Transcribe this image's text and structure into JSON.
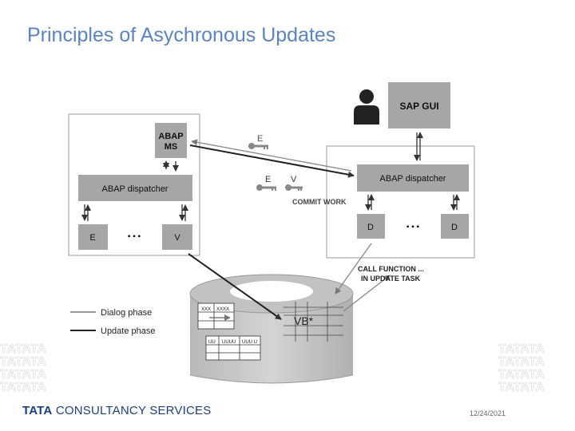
{
  "slide": {
    "title": "Principles of Asychronous Updates",
    "date": "12/24/2021"
  },
  "footer": {
    "brand_bold": "TATA",
    "brand_rest": " CONSULTANCY SERVICES"
  },
  "diagram": {
    "sap_gui": "SAP GUI",
    "abap_ms_line1": "ABAP",
    "abap_ms_line2": "MS",
    "left_dispatcher": "ABAP dispatcher",
    "right_dispatcher": "ABAP dispatcher",
    "left_wp_e": "E",
    "left_wp_dots": "▪ ▪ ▪",
    "left_wp_v": "V",
    "right_wp_d1": "D",
    "right_wp_dots": "▪ ▪ ▪",
    "right_wp_d2": "D",
    "key_e_top": "E",
    "key_e_mid": "E",
    "key_v_mid": "V",
    "commit_work": "COMMIT WORK",
    "call_function_line1": "CALL FUNCTION ...",
    "call_function_line2": "IN UPDATE TASK",
    "legend_dialog": "Dialog phase",
    "legend_update": "Update phase",
    "vb_label": "VB*",
    "table1_col1": "XXX",
    "table1_col2": "XXXX",
    "table2_col1": "UU",
    "table2_col2": "UUUU",
    "table2_col3": "UUU U"
  },
  "colors": {
    "title": "#5b84c4",
    "brand": "#1a3f86",
    "box_fill": "#a6a6a6",
    "frame": "#9a9a9a"
  },
  "icons": [
    "person-icon",
    "key-icon",
    "tata-pattern"
  ]
}
